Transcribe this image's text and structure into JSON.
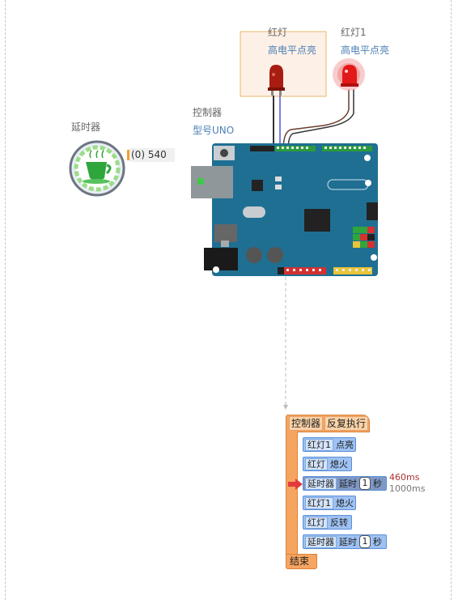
{
  "components": {
    "delay": {
      "label": "延时器",
      "value": "(0) 540"
    },
    "controller": {
      "label": "控制器",
      "model": "型号UNO"
    },
    "led_red": {
      "label": "红灯",
      "mode": "高电平点亮"
    },
    "led_red1": {
      "label": "红灯1",
      "mode": "高电平点亮"
    }
  },
  "program": {
    "header": {
      "controller": "控制器",
      "loop": "反复执行"
    },
    "blocks": [
      {
        "target": "红灯1",
        "action": "点亮"
      },
      {
        "target": "红灯",
        "action": "熄火"
      },
      {
        "target": "延时器",
        "action": "延时",
        "value": "1",
        "unit": "秒"
      },
      {
        "target": "红灯1",
        "action": "熄火"
      },
      {
        "target": "红灯",
        "action": "反转"
      },
      {
        "target": "延时器",
        "action": "延时",
        "value": "1",
        "unit": "秒"
      }
    ],
    "end": "结束",
    "timing": {
      "elapsed": "460ms",
      "total": "1000ms"
    }
  },
  "colors": {
    "program_orange": "#f6a560",
    "block_blue": "#9ec2f3",
    "board_teal": "#1f6f93",
    "led_red": "#d01818"
  }
}
